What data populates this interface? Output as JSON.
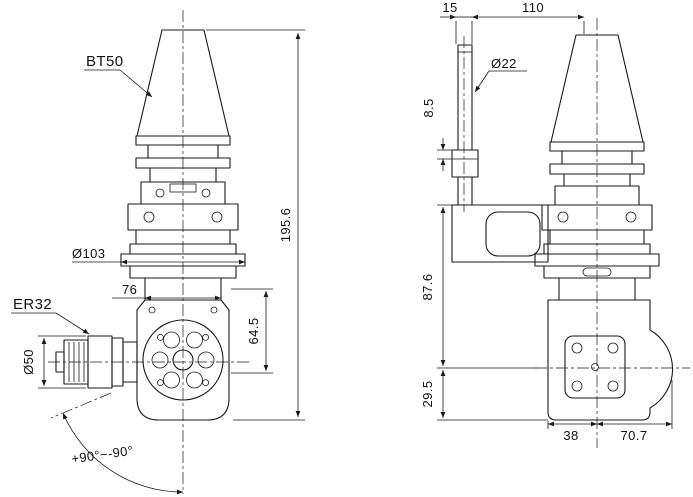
{
  "drawing": {
    "part_labels": {
      "taper": "BT50",
      "collet": "ER32"
    },
    "annotations": {
      "angle_range": "+90°~-90°"
    },
    "front_view": {
      "overall_height": "195.6",
      "flange_dia": "Ø103",
      "neck_width": "76",
      "head_height": "64.5",
      "collet_nut_dia": "Ø50"
    },
    "side_view": {
      "top_offset": "15",
      "top_span": "110",
      "rod_dia": "Ø22",
      "step_height": "8.5",
      "body_to_axis": "87.6",
      "axis_to_bottom": "29.5",
      "left_to_center": "38",
      "center_to_right": "70.7"
    }
  }
}
